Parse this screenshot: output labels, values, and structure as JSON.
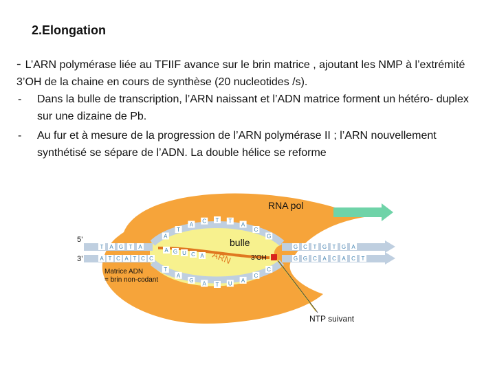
{
  "slide": {
    "title": "2.Elongation",
    "lead_dash": "-",
    "lead": "L’ARN polymérase liée au TFIIF avance sur le brin matrice , ajoutant les NMP à l’extrémité 3’OH de la chaine en cours de synthèse (20 nucleotides /s).",
    "bullets": [
      {
        "mark": "-",
        "text": "Dans la bulle de transcription, l’ARN naissant et l’ADN matrice forment un hétéro- duplex sur une dizaine de Pb."
      },
      {
        "mark": "-",
        "text": "Au fur et à mesure de la progression de l’ARN polymérase II ; l’ARN nouvellement synthétisé se sépare de l’ADN. La double hélice se reforme"
      }
    ]
  },
  "diagram": {
    "labels": {
      "rna_pol": "RNA pol",
      "five_prime": "5’",
      "three_prime": "3’",
      "bulle": "bulle",
      "arn": "ARN",
      "three_oh": "3’OH",
      "matrice_line1": "Matrice ADN",
      "matrice_line2": "= brin non-codant",
      "ntp": "NTP suivant"
    },
    "top_left_bases": [
      "T",
      "A",
      "G",
      "T",
      "A"
    ],
    "bottom_left_bases": [
      "A",
      "T",
      "C",
      "A",
      "T",
      "C",
      "C"
    ],
    "top_right_bases": [
      "G",
      "C",
      "T",
      "G",
      "T",
      "G",
      "A"
    ],
    "bottom_right_bases": [
      "G",
      "G",
      "C",
      "A",
      "C",
      "A",
      "C",
      "T"
    ],
    "upper_loop_bases": [
      "A",
      "T",
      "A",
      "C",
      "T",
      "T",
      "A",
      "C",
      "G"
    ],
    "lower_loop_bases": [
      "T",
      "A",
      "G",
      "A",
      "T",
      "U",
      "A",
      "C",
      "C"
    ],
    "rna_bases": [
      "A",
      "G",
      "U",
      "C",
      "A"
    ],
    "colors": {
      "polymerase": "#F6A43A",
      "bubble": "#F7F18E",
      "dna": "#BFCFE0",
      "rna": "#E07820",
      "base_fill": "#ffffff",
      "base_text": "#3b7fb0",
      "arrow": "#6FD3A8",
      "ntp": "#D9241C",
      "ntp_line": "#E8C43A"
    },
    "icons": [
      "next-ntp-square-icon",
      "direction-arrow-icon"
    ]
  }
}
